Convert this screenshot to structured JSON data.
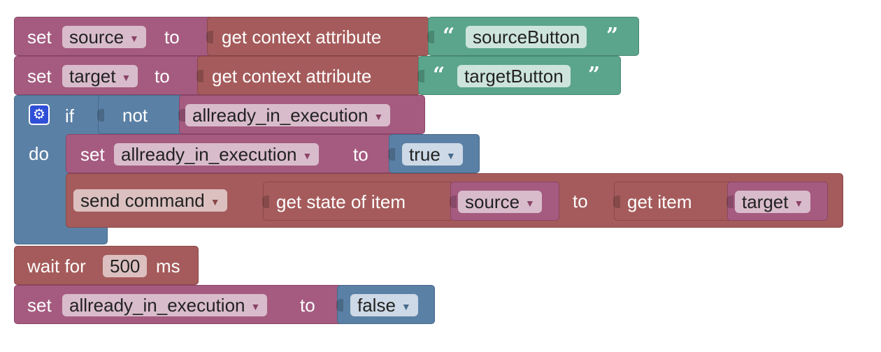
{
  "row1": {
    "set": "set",
    "var": "source",
    "to": "to",
    "get_attr": "get context attribute",
    "quote_open": "“",
    "text": "sourceButton",
    "quote_close": "”"
  },
  "row2": {
    "set": "set",
    "var": "target",
    "to": "to",
    "get_attr": "get context attribute",
    "quote_open": "“",
    "text": "targetButton",
    "quote_close": "”"
  },
  "if_block": {
    "gear_icon": "⚙",
    "if": "if",
    "not": "not",
    "cond_var": "allready_in_execution",
    "do": "do",
    "set_row": {
      "set": "set",
      "var": "allready_in_execution",
      "to": "to",
      "value": "true"
    },
    "send_row": {
      "cmd": "send command",
      "get_state": "get state of item",
      "item_var": "source",
      "to": "to",
      "get_item": "get item",
      "target_var": "target"
    }
  },
  "wait_row": {
    "wait": "wait for",
    "value": "500",
    "ms": "ms"
  },
  "last_row": {
    "set": "set",
    "var": "allready_in_execution",
    "to": "to",
    "value": "false"
  },
  "dropdown_arrow": "▼",
  "colors": {
    "variable": "#a55b80",
    "text": "#5ba58c",
    "context": "#a55b5b",
    "logic": "#5b80a5"
  }
}
